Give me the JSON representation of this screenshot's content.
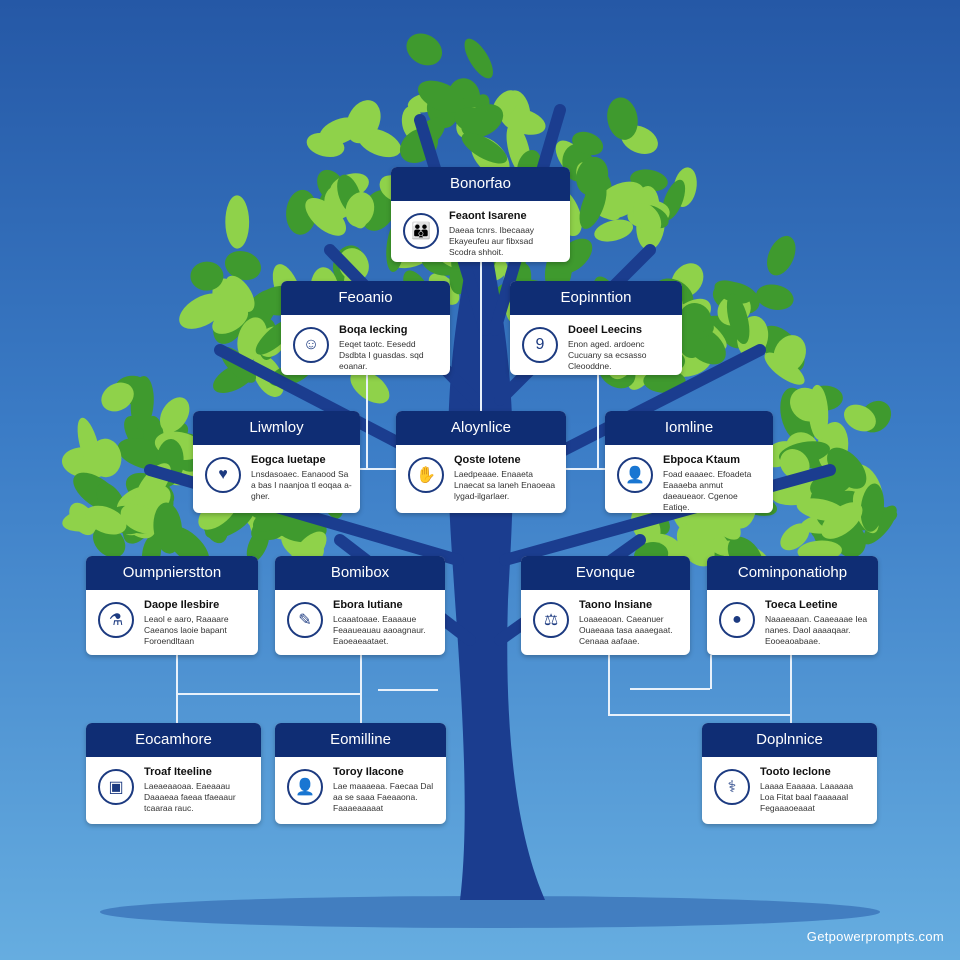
{
  "cards": [
    {
      "title": "Bonorfao",
      "heading": "Feaont Isarene",
      "text": "Daeaa tcnrs. Ibecaaay Ekayeufeu aur fibxsad Scodra shhoit.",
      "icon": "family-icon"
    },
    {
      "title": "Feoanio",
      "heading": "Boqa Iecking",
      "text": "Eeqet taotc. Eesedd Dsdbta I guasdas. sqd eoanar.",
      "icon": "person-icon"
    },
    {
      "title": "Eopinntion",
      "heading": "Doeel Leecins",
      "text": "Enon aged. ardoenc Cucuany sa ecsasso Cleooddne.",
      "icon": "number-icon"
    },
    {
      "title": "Liwmloy",
      "heading": "Eogca Iuetape",
      "text": "Lnsdasoaec. Eanaood Sa a bas I naanjoa tl eoqaa a-gher.",
      "icon": "care-icon"
    },
    {
      "title": "Aloynlice",
      "heading": "Qoste Iotene",
      "text": "Laedpeaae. Enaaeta Lnaecat sa laneh Enaoeaa lygad-ilgarlaer.",
      "icon": "hands-icon"
    },
    {
      "title": "Iomline",
      "heading": "Ebpoca Ktaum",
      "text": "Foad eaaaec. Efoadeta Eaaaeba anmut daeaueaor. Cgenoe Eatiqe.",
      "icon": "user-icon"
    },
    {
      "title": "Oumpnierstton",
      "heading": "Daope Ilesbire",
      "text": "Leaol e aaro, Raaaare Caeanos laoie bapant Foroendltaan",
      "icon": "flask-icon"
    },
    {
      "title": "Bomibox",
      "heading": "Ebora Iutiane",
      "text": "Lcaaatoaae. Eaaaaue Feaaueauau aaoagnaur. Eaoeaeaataet.",
      "icon": "tool-icon"
    },
    {
      "title": "Evonque",
      "heading": "Taono Insiane",
      "text": "Loaaeaoan. Caeanuer Ouaeaaa tasa aaaegaat. Cenaaa aafaae.",
      "icon": "scale-icon"
    },
    {
      "title": "Cominponatiohp",
      "heading": "Toeca Leetine",
      "text": "Naaaeaaan. Caaeaaae Iea nanes. Daol aaaaqaar. Eooeaoabaae.",
      "icon": "globe-icon"
    },
    {
      "title": "Eocamhore",
      "heading": "Troaf Iteeline",
      "text": "Laeaeaaoaa. Eaeaaau Daaaeaa faeaa tfaeaaur tcaaraa rauc.",
      "icon": "id-card-icon"
    },
    {
      "title": "Eomilline",
      "heading": "Toroy Ilacone",
      "text": "Lae maaaeaa. Faecaa Dal aa se saaa Faeaaona. Faaaeaaaaat",
      "icon": "user-icon"
    },
    {
      "title": "Doplnnice",
      "heading": "Tooto Ieclone",
      "text": "Laaaa Eaaaaa. Laaaaaa Loa Fitat baal f'aaaaaal Fegaaaoeaaat",
      "icon": "doctor-icon"
    }
  ],
  "watermark": "Getpowerprompts.com",
  "colors": {
    "header": "#0f2d74",
    "trunk": "#1b3d8f",
    "leaf_dark": "#3f9a2e",
    "leaf_light": "#8fd24a"
  }
}
